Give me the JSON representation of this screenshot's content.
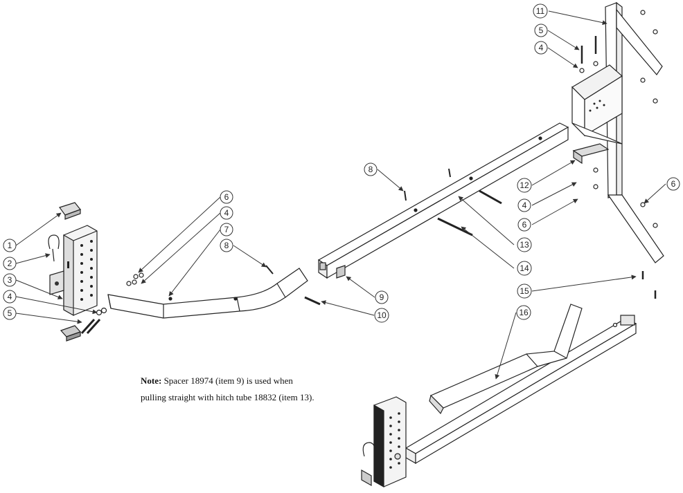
{
  "note": {
    "label": "Note:",
    "line1": "Spacer 18974 (item 9) is used when",
    "line2": "pulling straight with hitch tube 18832 (item 13)."
  },
  "callouts": [
    {
      "id": "c1-left",
      "number": "1"
    },
    {
      "id": "c2-left",
      "number": "2"
    },
    {
      "id": "c3-left",
      "number": "3"
    },
    {
      "id": "c4-left",
      "number": "4"
    },
    {
      "id": "c5-left",
      "number": "5"
    },
    {
      "id": "c6-mid",
      "number": "6"
    },
    {
      "id": "c4-mid",
      "number": "4"
    },
    {
      "id": "c7-mid",
      "number": "7"
    },
    {
      "id": "c8-mid",
      "number": "8"
    },
    {
      "id": "c8-center",
      "number": "8"
    },
    {
      "id": "c9",
      "number": "9"
    },
    {
      "id": "c10",
      "number": "10"
    },
    {
      "id": "c11",
      "number": "11"
    },
    {
      "id": "c5-right",
      "number": "5"
    },
    {
      "id": "c4-right-top",
      "number": "4"
    },
    {
      "id": "c12",
      "number": "12"
    },
    {
      "id": "c4-right",
      "number": "4"
    },
    {
      "id": "c6-right",
      "number": "6"
    },
    {
      "id": "c13",
      "number": "13"
    },
    {
      "id": "c14",
      "number": "14"
    },
    {
      "id": "c6-far-right",
      "number": "6"
    },
    {
      "id": "c15",
      "number": "15"
    },
    {
      "id": "c16",
      "number": "16"
    }
  ]
}
